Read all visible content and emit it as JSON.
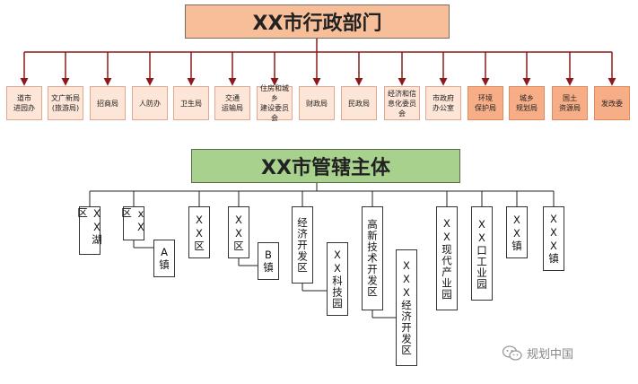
{
  "header": {
    "title": "XX市行政部门"
  },
  "departments": [
    {
      "label": "道市\n进园办",
      "style": "light"
    },
    {
      "label": "文广新局\n(旅游局)",
      "style": "light"
    },
    {
      "label": "招商局",
      "style": "light"
    },
    {
      "label": "人防办",
      "style": "light"
    },
    {
      "label": "卫生局",
      "style": "light"
    },
    {
      "label": "交通\n运输局",
      "style": "light"
    },
    {
      "label": "住房和城乡\n建设委员会",
      "style": "light"
    },
    {
      "label": "财政局",
      "style": "light"
    },
    {
      "label": "民政局",
      "style": "light"
    },
    {
      "label": "经济和信\n息化委员会",
      "style": "light"
    },
    {
      "label": "市政府\n办公室",
      "style": "light"
    },
    {
      "label": "环境\n保护局",
      "style": "dark"
    },
    {
      "label": "城乡\n规划局",
      "style": "dark"
    },
    {
      "label": "国土\n资源局",
      "style": "dark"
    },
    {
      "label": "发改委",
      "style": "dark"
    }
  ],
  "jurisdiction": {
    "title": "XX市管辖主体"
  },
  "entities": [
    {
      "label": "XX湖区"
    },
    {
      "label": "xX区"
    },
    {
      "label": "A镇"
    },
    {
      "label": "XX区"
    },
    {
      "label": "XX区"
    },
    {
      "label": "B镇"
    },
    {
      "label": "经济开发区"
    },
    {
      "label": "XX科技园"
    },
    {
      "label": "高新技术开发区"
    },
    {
      "label": "XXX经济开发区"
    },
    {
      "label": "XX现代产业园"
    },
    {
      "label": "XX口工业园"
    },
    {
      "label": "XX镇"
    },
    {
      "label": "XXX镇"
    }
  ],
  "watermark": {
    "text": "规划中国",
    "icon": "wechat-icon"
  },
  "colors": {
    "header_fill": "#f6bf99",
    "dept_light": "#fde5d7",
    "dept_dark": "#f7ae87",
    "connector": "#8b1a1a",
    "jurisdiction_fill": "#a9d18e"
  }
}
